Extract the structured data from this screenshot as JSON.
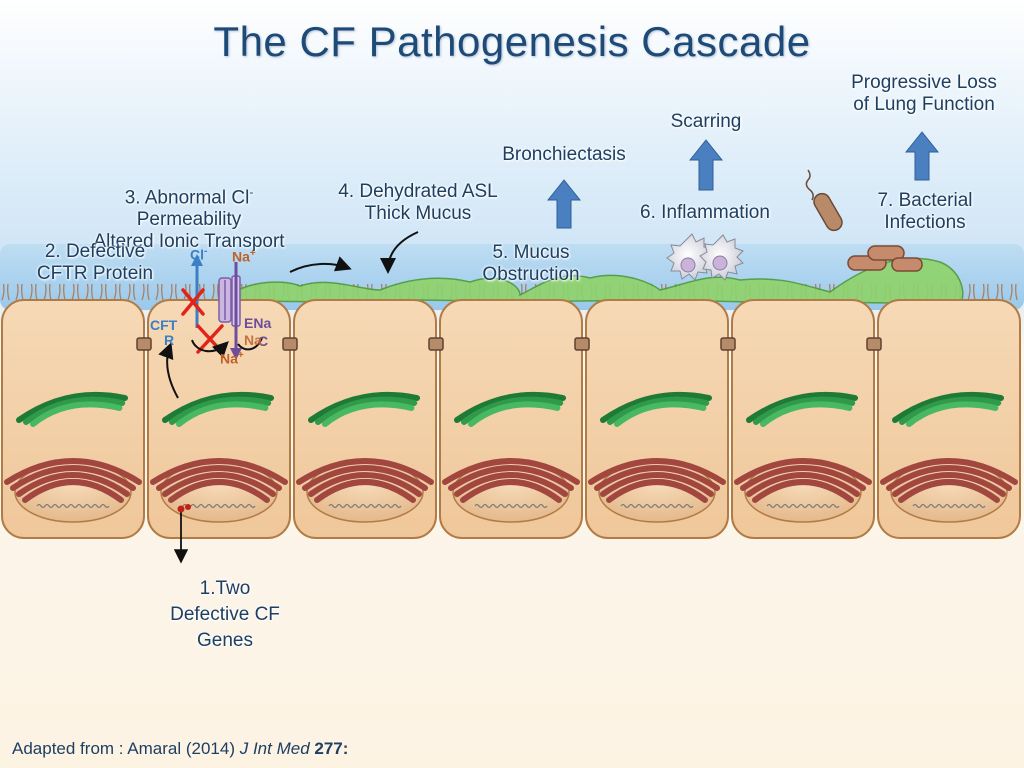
{
  "title": "The CF Pathogenesis Cascade",
  "steps": {
    "s1": {
      "line1": "1.Two",
      "line2": "Defective CF",
      "line3": "Genes"
    },
    "s2": {
      "line1": "2. Defective",
      "line2": "CFTR Protein"
    },
    "s3": {
      "line1": "3. Abnormal Cl",
      "sup": "-",
      "line2": "Permeability",
      "line3": "Altered Ionic Transport"
    },
    "s4": {
      "line1": "4. Dehydrated ASL",
      "line2": "Thick Mucus"
    },
    "s5": {
      "line1": "5. Mucus",
      "line2": "Obstruction"
    },
    "s6": {
      "line1": "6. Inflammation"
    },
    "s7": {
      "line1": "7. Bacterial",
      "line2": "Infections"
    }
  },
  "outcomes": {
    "bronchiectasis": "Bronchiectasis",
    "scarring": "Scarring",
    "progressive_line1": "Progressive Loss",
    "progressive_line2": "of Lung Function"
  },
  "ions": {
    "cl": "Cl",
    "cl_sup": "-",
    "na_top": "Na",
    "na_sup": "+",
    "enac": "ENa",
    "enac2": "C",
    "na_bottom": "Na",
    "cftr1": "CFT",
    "cftr2": "R"
  },
  "citation": {
    "prefix": "Adapted from : Amaral (2014) ",
    "journal": "J Int Med",
    "volume": "277",
    "suffix": ":"
  },
  "colors": {
    "title": "#1e4a78",
    "arrow_up": "#4a7fc0",
    "cell_fill": "#f3cfa6",
    "cell_border": "#b27b45",
    "golgi": "#2c8a42",
    "er": "#a2473f",
    "mucus": "#8fd36b",
    "block_x": "#e2231a"
  }
}
